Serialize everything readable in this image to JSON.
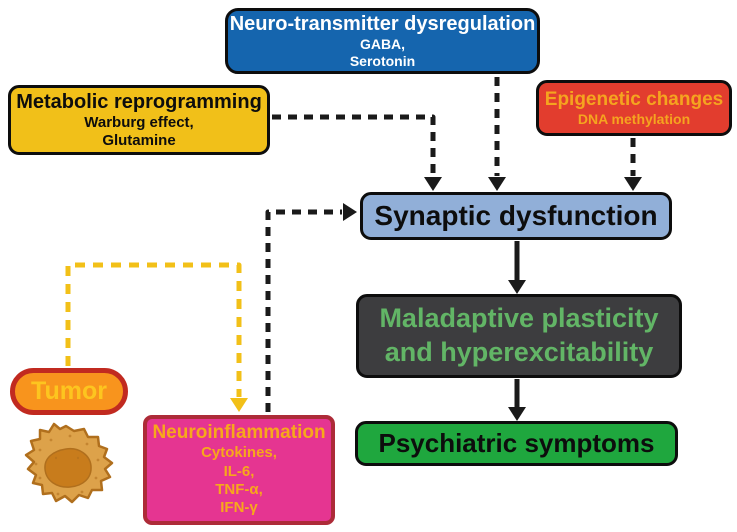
{
  "figure": {
    "background": "#ffffff"
  },
  "nodes": {
    "neurotransmitter": {
      "title": "Neuro-transmitter dysregulation",
      "lines": [
        "GABA,",
        "Serotonin"
      ],
      "bg": "#1565ae",
      "border": "#0d0d0d",
      "text": "#ffffff"
    },
    "metabolic": {
      "title": "Metabolic reprogramming",
      "lines": [
        "Warburg effect,",
        "Glutamine"
      ],
      "bg": "#f1c019",
      "border": "#0d0d0d",
      "text": "#0d0d0d"
    },
    "epigenetic": {
      "title": "Epigenetic changes",
      "lines": [
        "DNA methylation"
      ],
      "bg": "#e23d2e",
      "border": "#0d0d0d",
      "text": "#f5a41f"
    },
    "synaptic": {
      "title": "Synaptic dysfunction",
      "bg": "#91afd8",
      "border": "#0d0d0d",
      "text": "#0d0d0d"
    },
    "maladaptive": {
      "title_lines": [
        "Maladaptive plasticity",
        "and hyperexcitability"
      ],
      "bg": "#3d3d3f",
      "border": "#0d0d0d",
      "text": "#62b566"
    },
    "psychiatric": {
      "title": "Psychiatric symptoms",
      "bg": "#1fa73e",
      "border": "#0d0d0d",
      "text": "#0d0d0d"
    },
    "tumor": {
      "title": "Tumor",
      "bg": "#f8941d",
      "border": "#c12a20",
      "text": "#fdc51f"
    },
    "neuroinflammation": {
      "title": "Neuroinflammation",
      "lines": [
        "Cytokines,",
        "IL-6,",
        "TNF-α,",
        "IFN-γ"
      ],
      "bg": "#e53591",
      "border": "#ad2b38",
      "text": "#f7a81b"
    }
  },
  "edges": [
    {
      "from": "metabolic",
      "to": "synaptic",
      "style": "dashed",
      "color": "#1a1a1a"
    },
    {
      "from": "neurotransmitter",
      "to": "synaptic",
      "style": "dashed",
      "color": "#1a1a1a"
    },
    {
      "from": "epigenetic",
      "to": "synaptic",
      "style": "dashed",
      "color": "#1a1a1a"
    },
    {
      "from": "neuroinflammation",
      "to": "synaptic",
      "style": "dashed",
      "color": "#1a1a1a"
    },
    {
      "from": "tumor",
      "to": "neuroinflammation",
      "style": "dashed",
      "color": "#f2c018"
    },
    {
      "from": "synaptic",
      "to": "maladaptive",
      "style": "solid",
      "color": "#1a1a1a"
    },
    {
      "from": "maladaptive",
      "to": "psychiatric",
      "style": "solid",
      "color": "#1a1a1a"
    }
  ],
  "illustration": {
    "name": "tumor-cell",
    "body": "#dda24a",
    "outline": "#b06f1d",
    "nucleus": "#c87c1c"
  }
}
